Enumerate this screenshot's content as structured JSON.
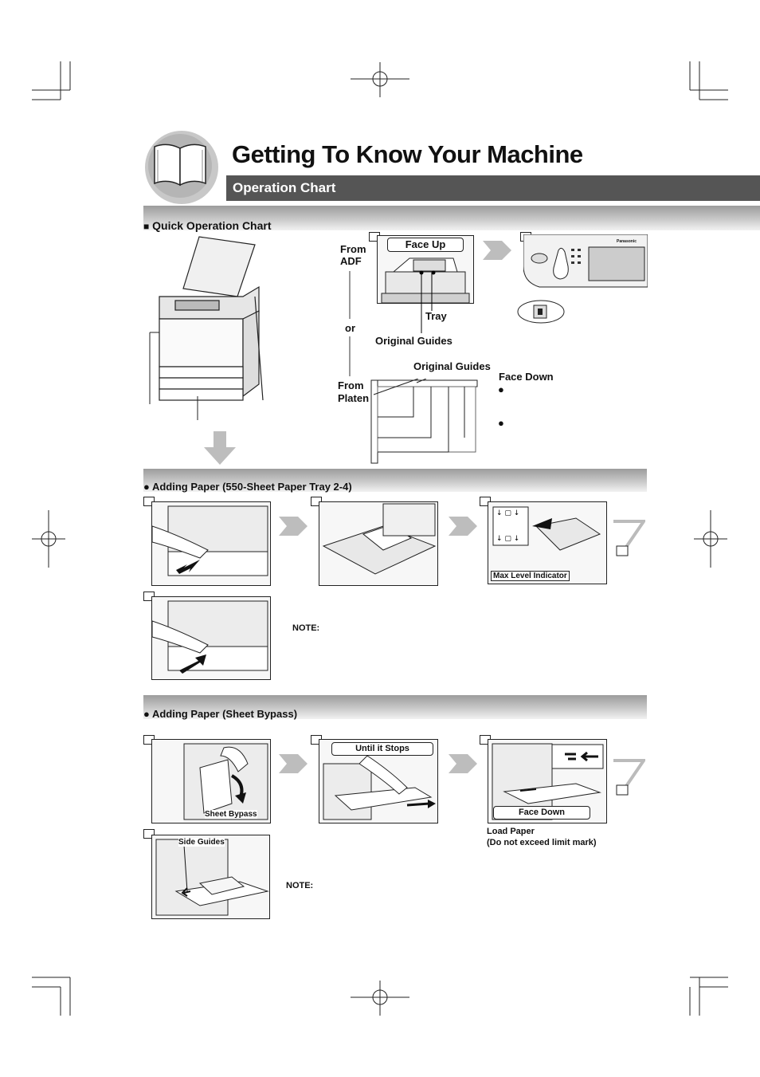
{
  "header": {
    "title": "Getting To Know Your Machine",
    "subtitle": "Operation Chart"
  },
  "quick_chart": {
    "heading": "Quick Operation Chart",
    "heading_marker": "■",
    "from_adf": "From\nADF",
    "face_up": "Face Up",
    "tray": "Tray",
    "or": "or",
    "original_guides_1": "Original Guides",
    "original_guides_2": "Original Guides",
    "face_down": "Face Down",
    "from_platen": "From\nPlaten",
    "bullet": "●",
    "panel_brand": "Panasonic"
  },
  "paper_tray": {
    "heading": "● Adding Paper (550-Sheet Paper Tray 2-4)",
    "max_level": "Max Level Indicator",
    "note": "NOTE:"
  },
  "sheet_bypass": {
    "heading": "● Adding Paper (Sheet Bypass)",
    "sheet_bypass_label": "Sheet Bypass",
    "until_stops": "Until it Stops",
    "face_down": "Face Down",
    "load_paper": "Load Paper\n(Do not exceed limit mark)",
    "side_guides": "Side Guides",
    "note": "NOTE:"
  },
  "colors": {
    "title_bar": "#555555",
    "gradient_dark": "#9c9c9c",
    "arrow_gray": "#bdbdbd"
  }
}
